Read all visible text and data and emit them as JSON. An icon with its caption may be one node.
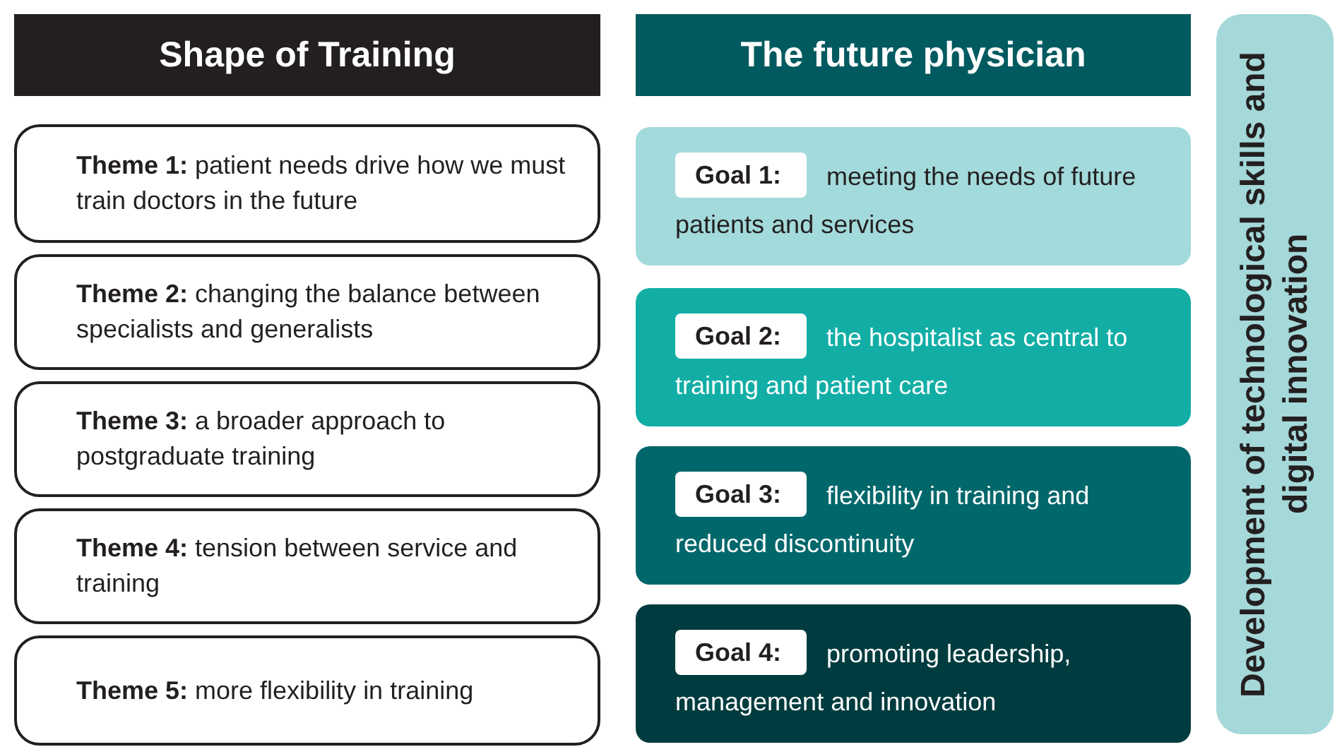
{
  "diagram": {
    "nodes": [
      {
        "text": [
          "Shape of Training"
        ]
      },
      {
        "text": [
          "The future physician"
        ]
      },
      {
        "text": [
          "Development of technological skills and digital innovation"
        ]
      },
      {
        "text": [
          "**Theme 1:** patient needs drive how we must train doctors in the future"
        ]
      },
      {
        "text": [
          "**Theme 2:** changing the balance between specialists and generalists"
        ]
      },
      {
        "text": [
          "**Theme 3:** a broader approach to postgraduate training"
        ]
      },
      {
        "text": [
          "**Theme 4:** tension between service and training"
        ]
      },
      {
        "text": [
          "**Theme 5:** more flexibility in training"
        ]
      },
      {
        "text": [
          "Goal 1:",
          "meeting the needs of future patients and services"
        ]
      },
      {
        "text": [
          "Goal 2:",
          "the hospitalist as central to training and patient care"
        ]
      },
      {
        "text": [
          "Goal 3:",
          "flexibility in training and reduced discontinuity"
        ]
      },
      {
        "text": [
          "Goal 4:",
          "promoting leadership, management and innovation"
        ]
      }
    ],
    "edges": []
  }
}
